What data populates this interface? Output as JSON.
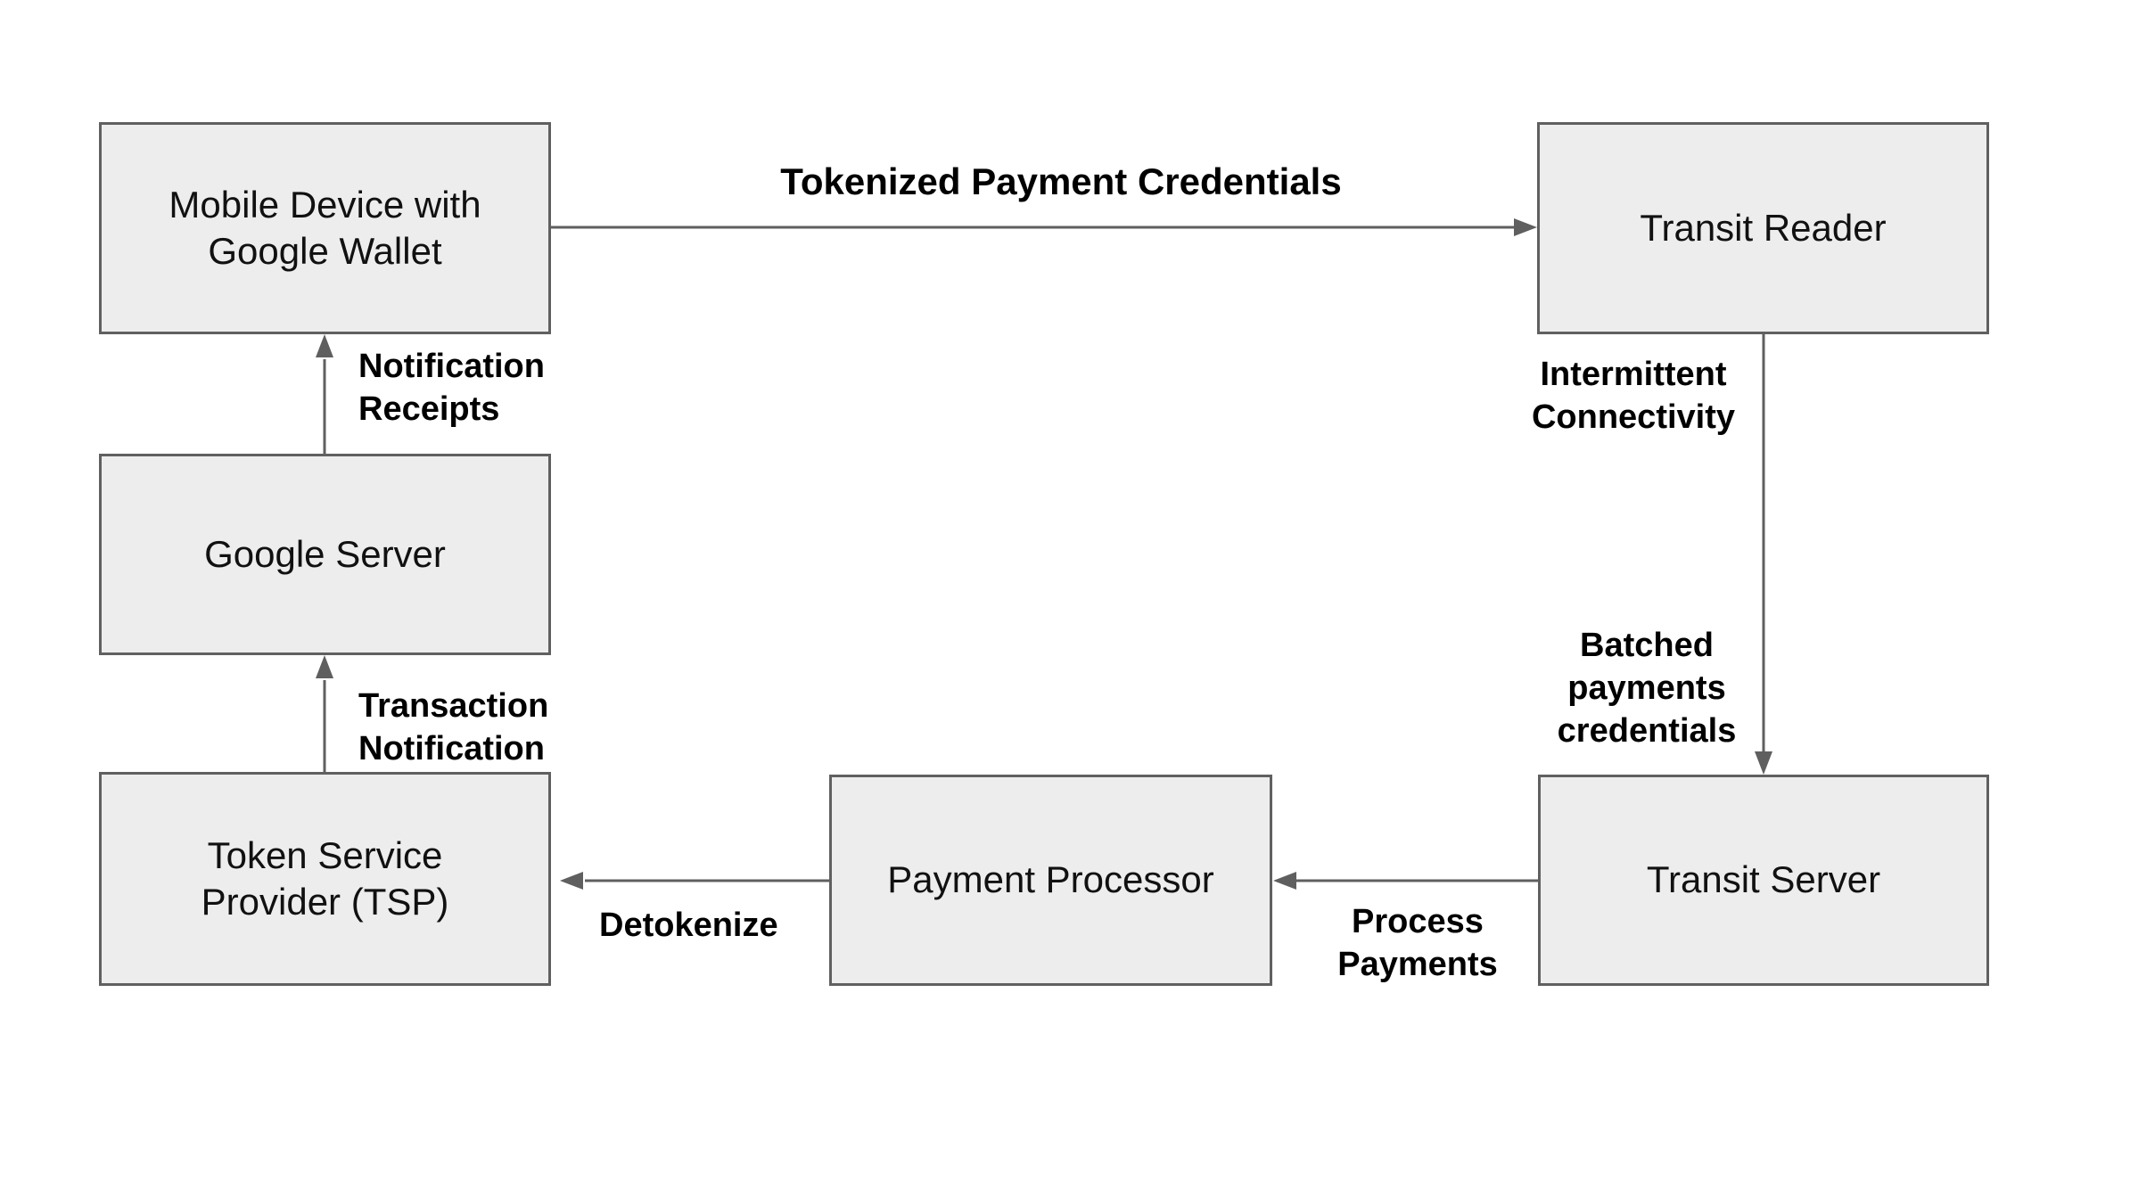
{
  "diagram": {
    "nodes": {
      "mobile_wallet": {
        "label": "Mobile Device with\nGoogle Wallet"
      },
      "transit_reader": {
        "label": "Transit Reader"
      },
      "google_server": {
        "label": "Google Server"
      },
      "tsp": {
        "label": "Token Service\nProvider (TSP)"
      },
      "payment_processor": {
        "label": "Payment Processor"
      },
      "transit_server": {
        "label": "Transit Server"
      }
    },
    "edges": {
      "tokenized_payment_credentials": {
        "label": "Tokenized Payment Credentials",
        "from": "mobile_wallet",
        "to": "transit_reader",
        "direction": "right"
      },
      "reader_to_server": {
        "label_upper": "Intermittent\nConnectivity",
        "label_lower": "Batched\npayments\ncredentials",
        "from": "transit_reader",
        "to": "transit_server",
        "direction": "down"
      },
      "process_payments": {
        "label": "Process\nPayments",
        "from": "transit_server",
        "to": "payment_processor",
        "direction": "left"
      },
      "detokenize": {
        "label": "Detokenize",
        "from": "payment_processor",
        "to": "tsp",
        "direction": "left"
      },
      "transaction_notification": {
        "label": "Transaction\nNotification",
        "from": "tsp",
        "to": "google_server",
        "direction": "up"
      },
      "notification_receipts": {
        "label": "Notification\nReceipts",
        "from": "google_server",
        "to": "mobile_wallet",
        "direction": "up"
      }
    },
    "colors": {
      "background": "#ffffff",
      "node_fill": "#ededed",
      "node_border": "#606060",
      "arrow": "#5f5f5f",
      "node_text": "#111111",
      "label_text": "#000000"
    }
  }
}
